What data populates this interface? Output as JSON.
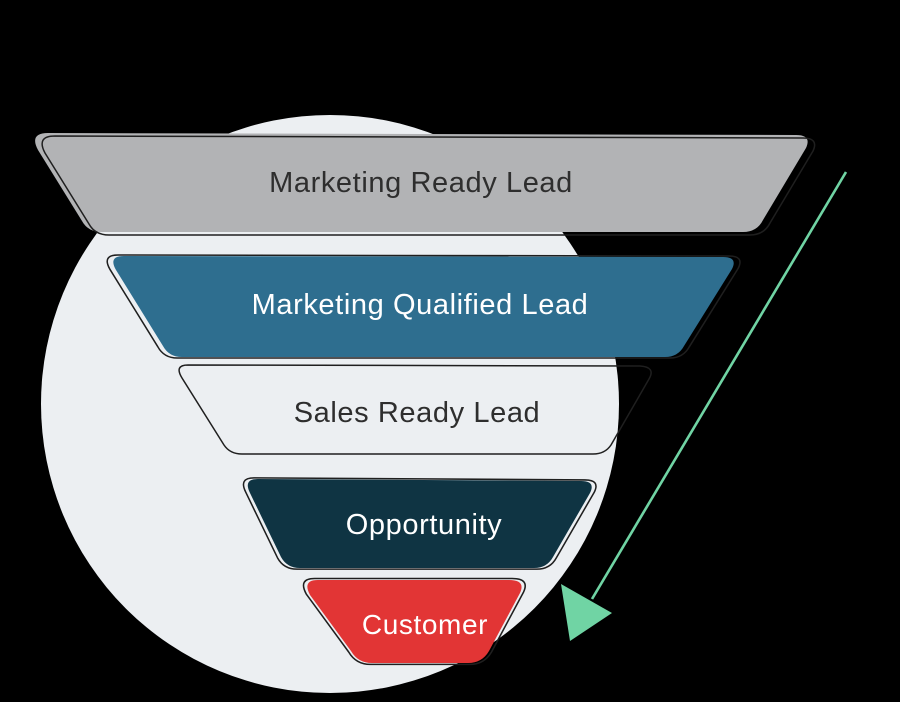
{
  "background_color": "#000000",
  "diagram": {
    "type": "inverted-funnel",
    "backdrop_circle_color": "#ECEFF2",
    "outline_color": "#1F1F1F",
    "arrow_color": "#70D4A4",
    "stages": [
      {
        "id": "marketing-ready-lead",
        "label": "Marketing Ready Lead",
        "fill": "#B2B3B5",
        "text_color": "#2E2E2E"
      },
      {
        "id": "marketing-qualified-lead",
        "label": "Marketing Qualified Lead",
        "fill": "#2E6E8F",
        "text_color": "#FFFFFF"
      },
      {
        "id": "sales-ready-lead",
        "label": "Sales Ready Lead",
        "fill": "none",
        "text_color": "#2E2E2E"
      },
      {
        "id": "opportunity",
        "label": "Opportunity",
        "fill": "#0F3443",
        "text_color": "#FFFFFF"
      },
      {
        "id": "customer",
        "label": "Customer",
        "fill": "#E23535",
        "text_color": "#FFFFFF"
      }
    ]
  }
}
